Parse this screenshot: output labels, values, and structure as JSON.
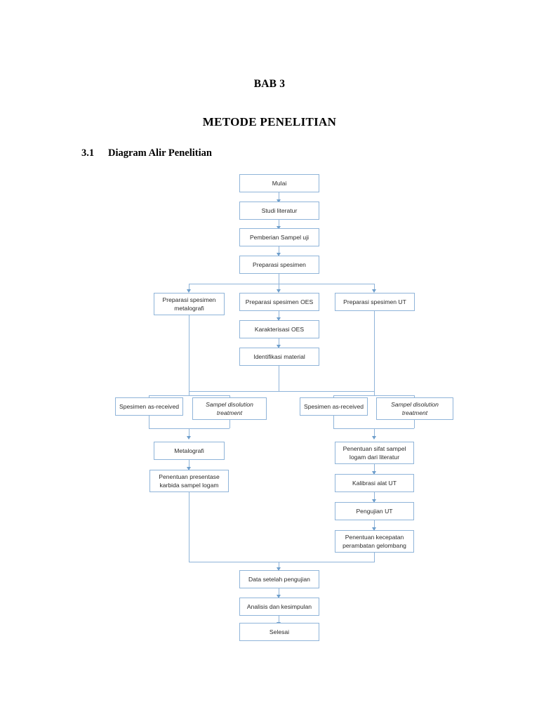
{
  "document": {
    "chapter_label": "BAB 3",
    "chapter_title": "METODE PENELITIAN",
    "section_number": "3.1",
    "section_title": "Diagram Alir Penelitian"
  },
  "theme": {
    "box_border": "#8fb4d9",
    "connector": "#8fb4d9",
    "arrow": "#6f9fcc",
    "page_background": "#ffffff",
    "text": "#2b2b2b"
  },
  "flowchart": {
    "type": "flowchart",
    "orientation": "top-to-bottom",
    "nodes": {
      "mulai": {
        "line1": "Mulai"
      },
      "studi_literatur": {
        "line1": "Studi literatur"
      },
      "pemberian_sampel": {
        "line1": "Pemberian Sampel uji"
      },
      "preparasi_spesimen": {
        "line1": "Preparasi spesimen"
      },
      "prep_metalografi": {
        "line1": "Preparasi spesimen",
        "line2": "metalografi"
      },
      "prep_oes": {
        "line1": "Preparasi spesimen OES"
      },
      "prep_ut": {
        "line1": "Preparasi spesimen UT"
      },
      "karakterisasi_oes": {
        "line1": "Karakterisasi OES"
      },
      "identifikasi_material": {
        "line1": "Identifikasi material"
      },
      "spesimen_as_received_left": {
        "line1": "Spesimen as-received"
      },
      "sampel_disolution_left": {
        "line1": "Sampel disolution",
        "line2": "treatment"
      },
      "spesimen_as_received_right": {
        "line1": "Spesimen as-received"
      },
      "sampel_disolution_right": {
        "line1": "Sampel disolution",
        "line2": "treatment"
      },
      "metalografi": {
        "line1": "Metalografi"
      },
      "penentuan_presentase": {
        "line1": "Penentuan presentase",
        "line2": "karbida sampel logam"
      },
      "penentuan_sifat": {
        "line1": "Penentuan sifat sampel",
        "line2": "logam dari literatur"
      },
      "kalibrasi_ut": {
        "line1": "Kalibrasi alat UT"
      },
      "pengujian_ut": {
        "line1": "Pengujian UT"
      },
      "penentuan_kecepatan": {
        "line1": "Penentuan kecepatan",
        "line2": "perambatan gelombang"
      },
      "data_setelah_pengujian": {
        "line1": "Data setelah pengujian"
      },
      "analisis_kesimpulan": {
        "line1": "Analisis dan kesimpulan"
      },
      "selesai": {
        "line1": "Selesai"
      }
    }
  }
}
